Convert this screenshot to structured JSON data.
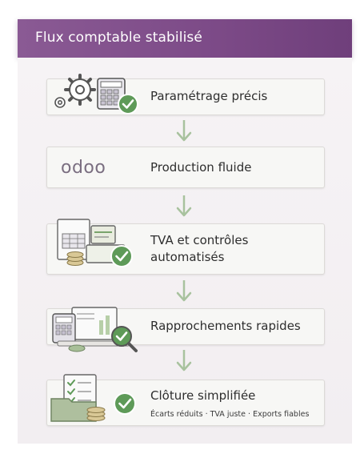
{
  "header": {
    "title": "Flux comptable stabilisé"
  },
  "steps": [
    {
      "label": "Paramétrage précis",
      "icon": "gear-calculator-check-icon"
    },
    {
      "label": "Production fluide",
      "logo": "odoo",
      "icon": "odoo-logo"
    },
    {
      "label_line1": "TVA et contrôles",
      "label_line2": "automatisés",
      "icon": "documents-coins-check-icon"
    },
    {
      "label": "Rapprochements rapides",
      "icon": "calculator-magnifier-check-icon"
    },
    {
      "label": "Clôture simplifiée",
      "sub": "Écarts réduits · TVA juste · Exports fiables",
      "icon": "checklist-folder-coins-check-icon"
    }
  ],
  "colors": {
    "header": "#7c4a87",
    "check": "#5e9a58",
    "arrow": "#a8c29e"
  }
}
